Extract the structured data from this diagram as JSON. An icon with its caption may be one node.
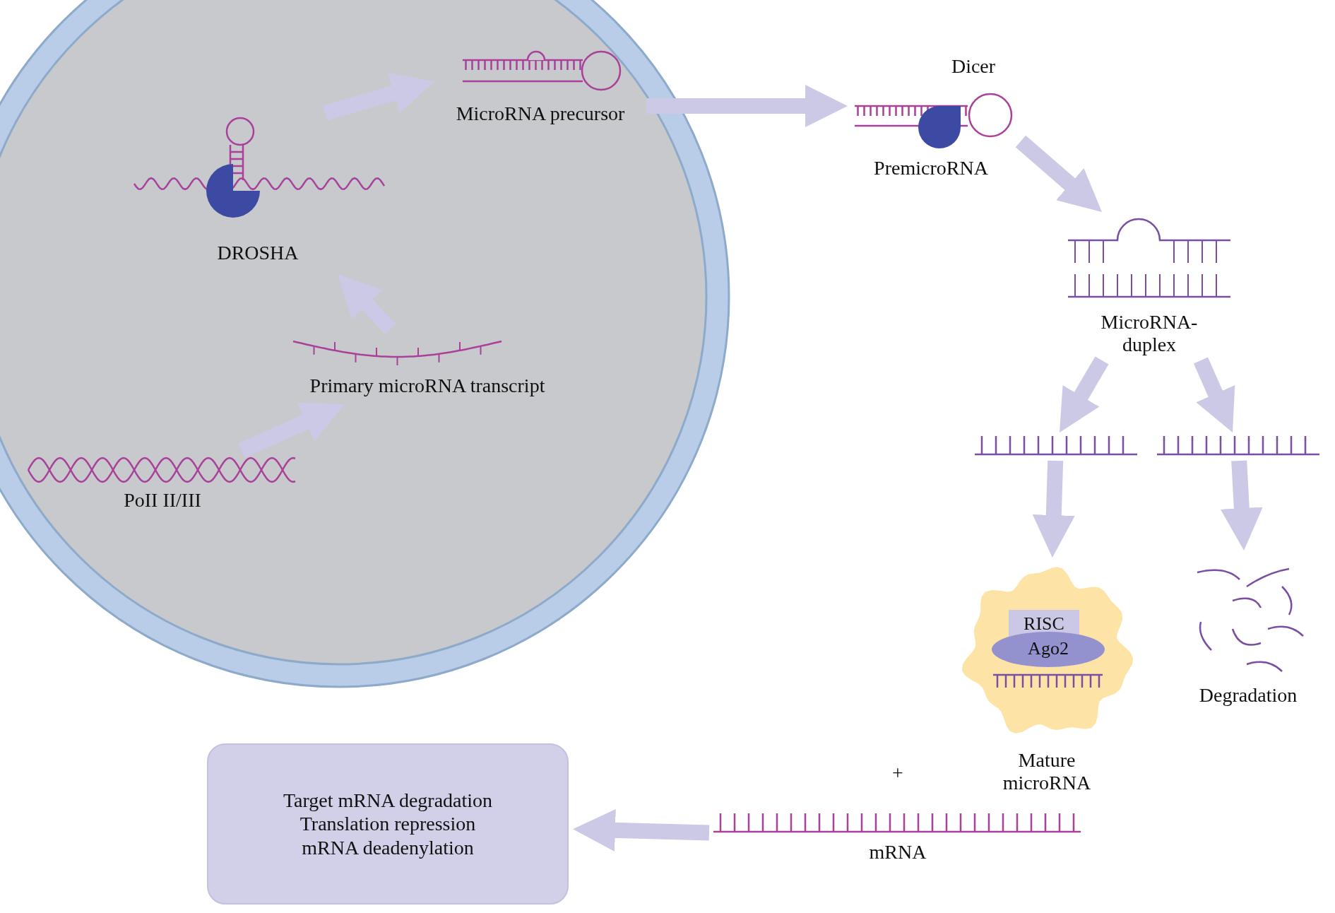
{
  "diagram": {
    "nodes": [
      {
        "text": [],
        "shape": "circle"
      },
      {
        "text": [
          "PoII II/III"
        ],
        "in": 0
      },
      {
        "text": [
          "Primary microRNA transcript"
        ],
        "in": 0
      },
      {
        "text": [
          "DROSHA"
        ],
        "in": 0
      },
      {
        "text": [
          "MicroRNA precursor"
        ],
        "in": 0
      },
      {
        "text": [
          "Dicer",
          "PremicroRNA"
        ]
      },
      {
        "text": [
          "MicroRNA-duplex"
        ]
      },
      {
        "text": [],
        "shape": "picture"
      },
      {
        "text": [],
        "shape": "picture"
      },
      {
        "text": [
          "RISC",
          "Ago2",
          "Mature microRNA"
        ]
      },
      {
        "text": [
          "Degradation"
        ]
      },
      {
        "text": [
          "mRNA"
        ]
      },
      {
        "text": [
          "Target mRNA degradation",
          "Translation repression",
          "mRNA deadenylation"
        ]
      }
    ],
    "edges": [
      {
        "from": 1,
        "to": 2,
        "arrow": "to"
      },
      {
        "from": 2,
        "to": 3,
        "arrow": "to"
      },
      {
        "from": 3,
        "to": 4,
        "arrow": "to"
      },
      {
        "from": 4,
        "to": 5,
        "arrow": "to"
      },
      {
        "from": 5,
        "to": 6,
        "arrow": "to"
      },
      {
        "from": 6,
        "to": 7,
        "arrow": "to"
      },
      {
        "from": 6,
        "to": 8,
        "arrow": "to"
      },
      {
        "from": 7,
        "to": 9,
        "arrow": "to"
      },
      {
        "from": 8,
        "to": 10,
        "arrow": "to"
      },
      {
        "from": 11,
        "to": 12,
        "arrow": "to"
      }
    ],
    "labels": [
      "+"
    ]
  }
}
